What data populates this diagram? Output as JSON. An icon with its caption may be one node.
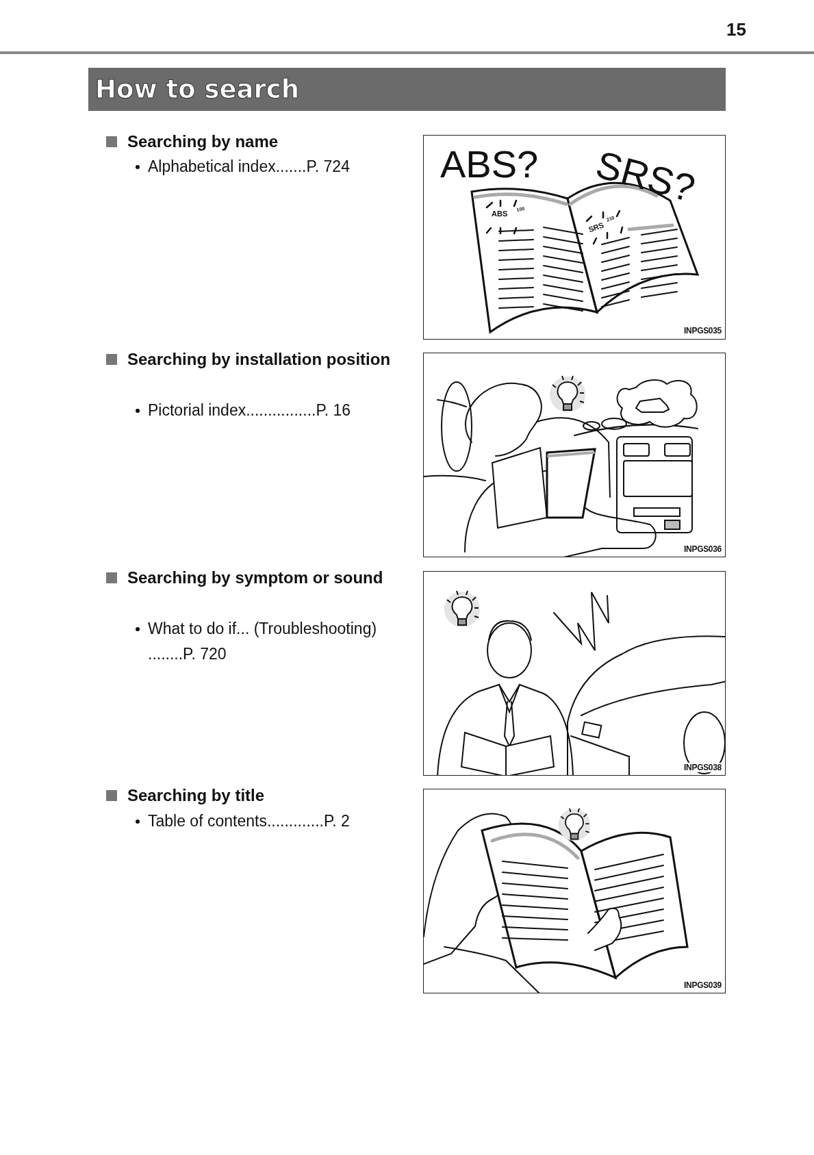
{
  "diagram": {
    "title": "How to search",
    "labels": [
      "15",
      "Searching by name",
      "Alphabetical index.......P. 724",
      "ABS?",
      "SRS?",
      "ABS",
      "100",
      "SRS",
      "210",
      "INPGS035",
      "Searching by installation position",
      "Pictorial index................P. 16",
      "INPGS036",
      "Searching by symptom or sound",
      "What to do if... (Troubleshooting) ........P. 720",
      "INPGS038",
      "Searching by title",
      "Table of contents.............P. 2",
      "INPGS039"
    ]
  }
}
